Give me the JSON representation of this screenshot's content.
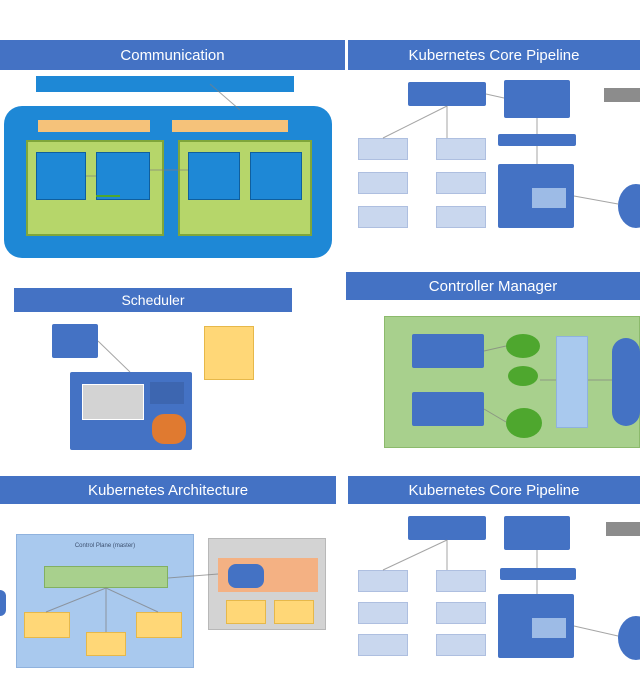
{
  "sections": {
    "communication": "Communication",
    "kubernetes_core_pipeline_top": "Kubernetes Core Pipeline",
    "scheduler": "Scheduler",
    "controller_manager": "Controller Manager",
    "kubernetes_architecture": "Kubernetes Architecture",
    "kubernetes_core_pipeline_bottom": "Kubernetes Core Pipeline"
  },
  "diagram_labels": {
    "control_plane": "Control Plane (master)"
  },
  "colors": {
    "header_blue": "#4472c4",
    "cluster_blue": "#1e88d6",
    "node_green": "#b6d66a",
    "pod_orange": "#f5c27a",
    "light_blue": "#c9d7ee",
    "control_plane_bg": "#a9c9ee",
    "yellow_note": "#ffd777",
    "controller_green": "#a8d08d",
    "salmon": "#f4b183",
    "gray": "#d3d3d3"
  }
}
